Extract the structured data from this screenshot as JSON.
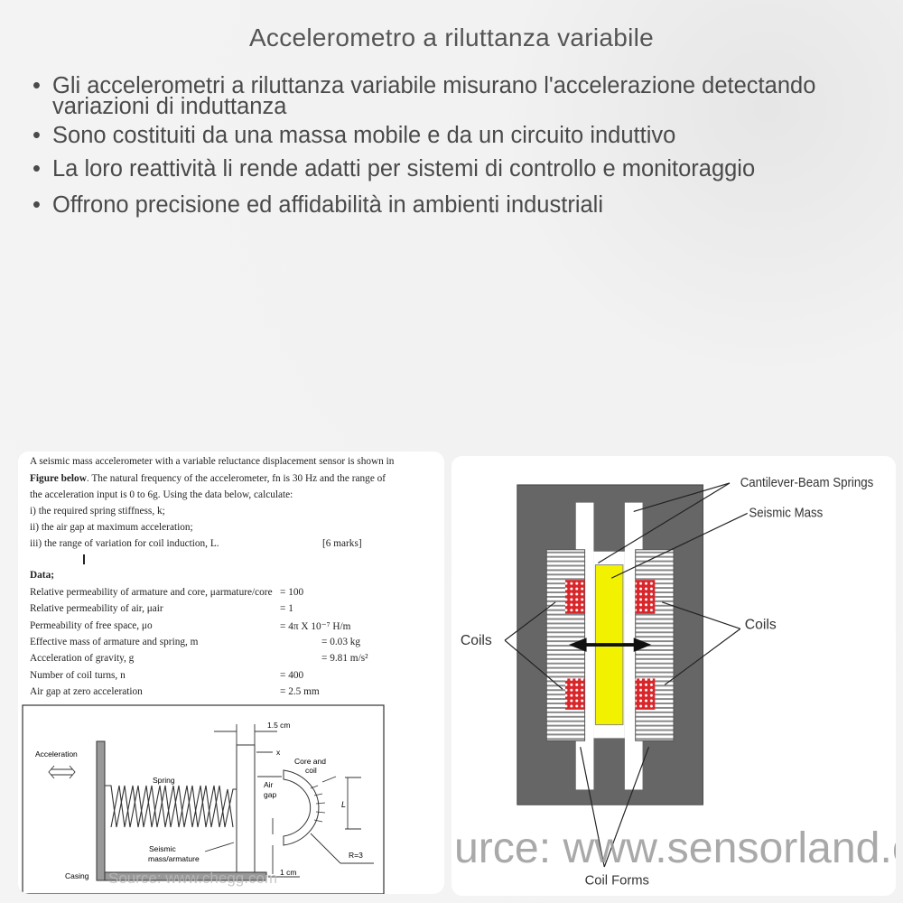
{
  "title": "Accelerometro a riluttanza variabile",
  "bullets": [
    "Gli accelerometri a riluttanza variabile misurano l'accelerazione detectando variazioni di induttanza",
    "Sono costituiti da una massa mobile e da un circuito induttivo",
    "La loro reattività li rende adatti per sistemi di controllo e monitoraggio",
    "Offrono precisione ed affidabilità in ambienti industriali"
  ],
  "problem": {
    "intro_1": "A seismic mass accelerometer with a variable reluctance displacement sensor is shown in",
    "intro_2_bold": "Figure below",
    "intro_2": ". The natural frequency of the accelerometer, fn is 30 Hz and the range of",
    "intro_3": "the acceleration input is 0 to 6g. Using the data below, calculate:",
    "items": [
      "i)  the required spring stiffness, k;",
      "ii)  the air gap at maximum acceleration;",
      "iii) the range of variation for coil induction, L."
    ],
    "marks": "[6 marks]",
    "data_heading": "Data;",
    "data": [
      {
        "label": "Relative permeability of armature and core, μarmature/core",
        "value": "= 100"
      },
      {
        "label": "Relative permeability of air, μair",
        "value": "= 1"
      },
      {
        "label": "Permeability of free space, μo",
        "value": "= 4π X 10⁻⁷ H/m"
      },
      {
        "label": "Effective mass of armature and spring, m",
        "value": "= 0.03 kg"
      },
      {
        "label": "Acceleration of gravity, g",
        "value": "= 9.81 m/s²"
      },
      {
        "label": "Number of coil turns, n",
        "value": "= 400"
      },
      {
        "label": "Air gap at zero acceleration",
        "value": "= 2.5 mm"
      }
    ]
  },
  "left_diagram": {
    "acceleration": "Acceleration",
    "spring": "Spring",
    "casing": "Casing",
    "seismic_1": "Seismic",
    "seismic_2": "mass/armature",
    "width": "1.5 cm",
    "x": "x",
    "air_1": "Air",
    "air_2": "gap",
    "core_1": "Core and",
    "core_2": "coil",
    "L": "L",
    "R": "R=3",
    "gap_cm": "1 cm",
    "watermark": "Source: www.chegg.com"
  },
  "right_diagram": {
    "cantilever": "Cantilever-Beam Springs",
    "seismic": "Seismic Mass",
    "coils_left": "Coils",
    "coils_right": "Coils",
    "coil_forms": "Coil Forms",
    "watermark": "urce: www.sensorland.co",
    "colors": {
      "frame": "#666666",
      "mass": "#f2f200",
      "coil": "#d8262a"
    }
  }
}
